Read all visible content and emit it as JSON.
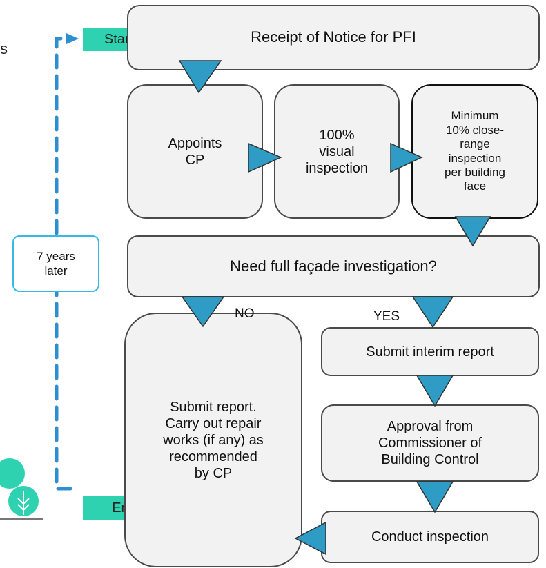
{
  "colors": {
    "accent_teal": "#2ED2B0",
    "arrow_blue": "#2E9CC4",
    "dash_blue": "#2E8FD0",
    "box_fill": "#F2F2F2",
    "box_border": "#4A4A4A",
    "years_border": "#39B8E6"
  },
  "tags": {
    "start": "Start",
    "end": "End"
  },
  "loop_label": "7 years\nlater",
  "boxes": {
    "receipt": "Receipt of Notice for PFI",
    "appoints": "Appoints\nCP",
    "visual": "100%\nvisual\ninspection",
    "close_range": "Minimum\n10% close-\nrange\ninspection\nper building\nface",
    "decision": "Need full façade investigation?",
    "interim": "Submit interim report",
    "approval": "Approval from\nCommissioner of\nBuilding Control",
    "submit_report": "Submit report.\nCarry out repair\nworks (if any) as\nrecommended\nby CP",
    "conduct": "Conduct inspection"
  },
  "branches": {
    "no": "NO",
    "yes": "YES"
  },
  "icons": [
    "tree-icon"
  ]
}
